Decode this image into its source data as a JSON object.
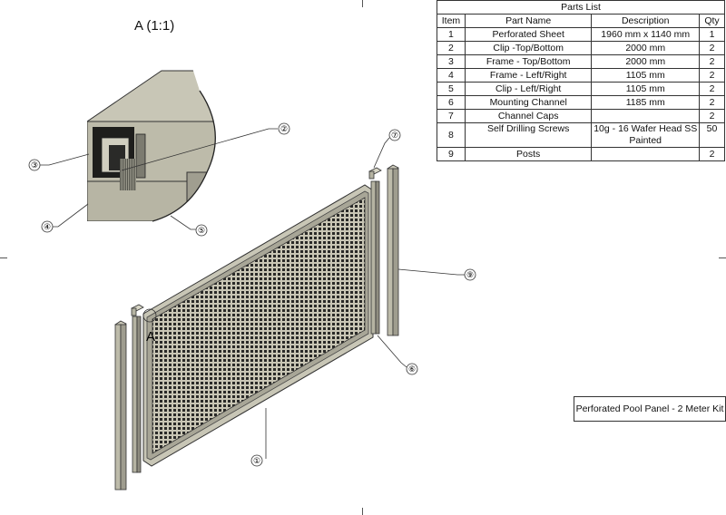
{
  "detail_view": {
    "title": "A (1:1)"
  },
  "view_marker": "A",
  "parts_list": {
    "title": "Parts List",
    "headers": [
      "Item",
      "Part Name",
      "Description",
      "Qty"
    ],
    "rows": [
      [
        "1",
        "Perforated Sheet",
        "1960 mm x 1140 mm",
        "1"
      ],
      [
        "2",
        "Clip -Top/Bottom",
        "2000 mm",
        "2"
      ],
      [
        "3",
        "Frame - Top/Bottom",
        "2000 mm",
        "2"
      ],
      [
        "4",
        "Frame - Left/Right",
        "1105 mm",
        "2"
      ],
      [
        "5",
        "Clip - Left/Right",
        "1105 mm",
        "2"
      ],
      [
        "6",
        "Mounting Channel",
        "1185 mm",
        "2"
      ],
      [
        "7",
        "Channel Caps",
        "",
        "2"
      ],
      [
        "8",
        "Self Drilling Screws",
        "10g - 16 Wafer Head SS Painted",
        "50"
      ],
      [
        "9",
        "Posts",
        "",
        "2"
      ]
    ]
  },
  "title_block": {
    "text": "Perforated Pool Panel - 2 Meter Kit"
  },
  "balloons": {
    "b1": "①",
    "b2": "②",
    "b3": "③",
    "b4": "④",
    "b5": "⑤",
    "b6": "⑥",
    "b7": "⑦",
    "b9": "⑨"
  }
}
